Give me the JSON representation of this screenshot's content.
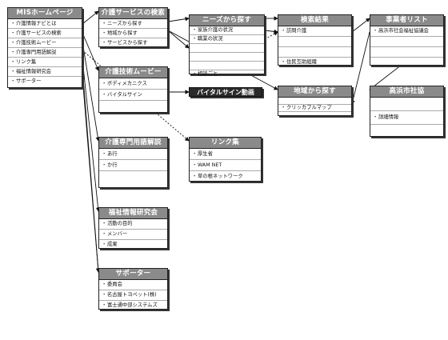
{
  "home": {
    "title": "MISホームページ",
    "items": [
      "介護情報ナビとは",
      "介護サービスの検索",
      "介護技術ムービー",
      "介護専門用語解説",
      "リンク集",
      "福祉情報研究会",
      "サポーター"
    ]
  },
  "service_search": {
    "title": "介護サービスの検索",
    "items": [
      "ニーズから探す",
      "地域から探す",
      "サービスから探す"
    ]
  },
  "needs_search": {
    "title": "ニーズから探す",
    "items": [
      "家族介護の状況",
      "職業の状況",
      "",
      "",
      "",
      "相談ごと"
    ]
  },
  "search_results": {
    "title": "検索結果",
    "items": [
      "訪問介護",
      "",
      "",
      "住民互助組織"
    ]
  },
  "provider_list": {
    "title": "事業者リスト",
    "items": [
      "高浜市社会福祉協議会",
      "",
      "",
      ""
    ]
  },
  "area_search": {
    "title": "地域から探す",
    "items": [
      "",
      "クリッカブルマップ",
      ""
    ]
  },
  "takahama": {
    "title": "高浜市社協",
    "items": [
      "",
      "詳細情報",
      ""
    ]
  },
  "technique_movie": {
    "title": "介護技術ムービー",
    "items": [
      "ボディメカニクス",
      "バイタルサイン",
      ""
    ]
  },
  "vital_video": {
    "title": "バイタルサイン動画"
  },
  "glossary": {
    "title": "介護専門用語解説",
    "items": [
      "あ行",
      "か行",
      ""
    ]
  },
  "links": {
    "title": "リンク集",
    "items": [
      "厚生省",
      "WAM NET",
      "草の根ネットワーク"
    ]
  },
  "research": {
    "title": "福祉情報研究会",
    "items": [
      "活動の目的",
      "メンバー",
      "成果"
    ]
  },
  "supporters": {
    "title": "サポーター",
    "items": [
      "委員会",
      "名古屋トヨペット(株)",
      "富士通中部システムズ"
    ]
  },
  "colors": {
    "title_bg": "#8a8a8a",
    "bar_bg": "#2a2a2a",
    "line": "#111111"
  }
}
